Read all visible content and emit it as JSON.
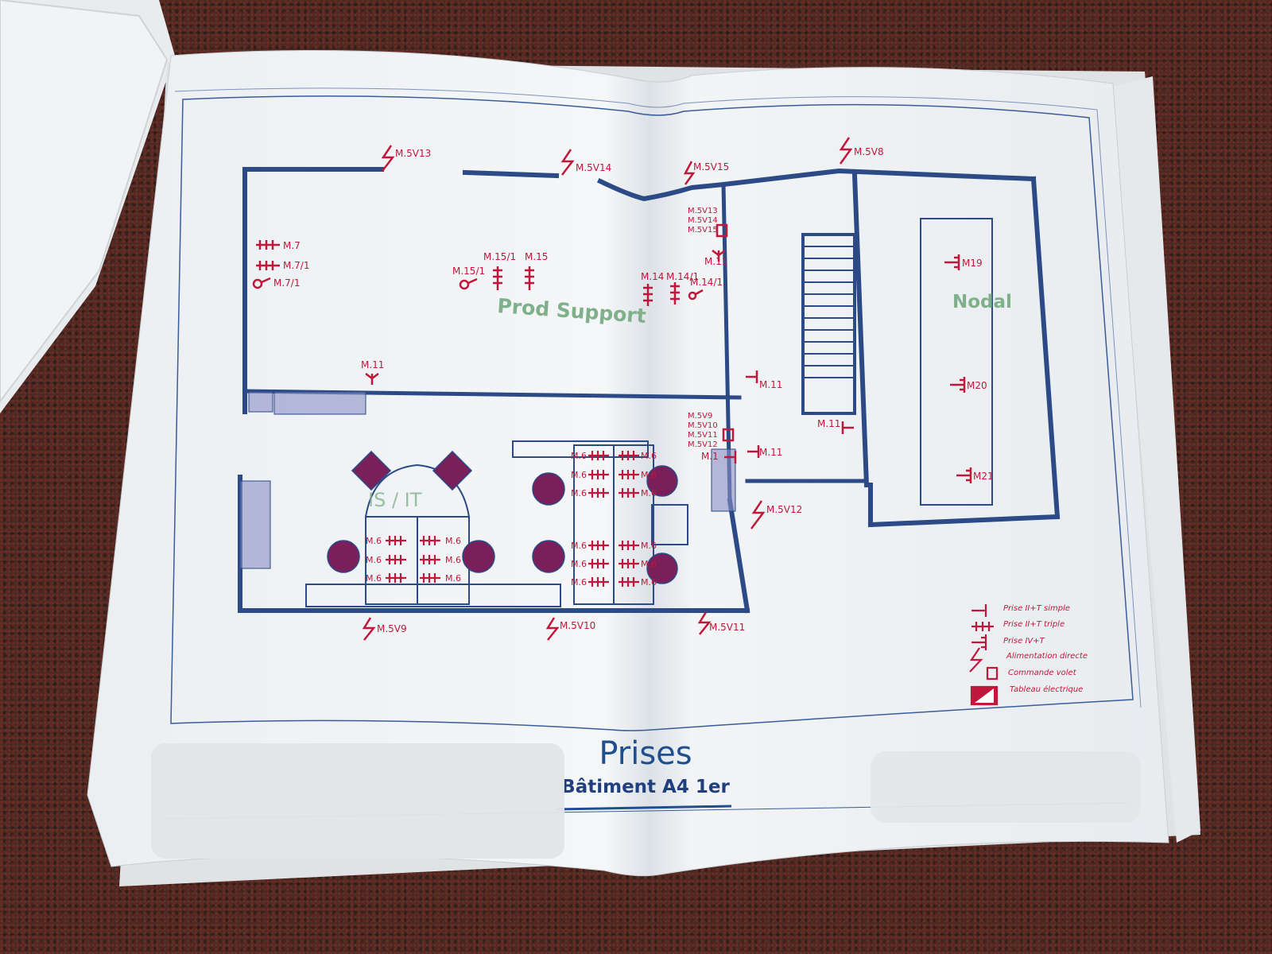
{
  "plan": {
    "title": "Prises",
    "subtitle": "Bâtiment A4 1er"
  },
  "rooms": {
    "prod_support": "Prod Support",
    "nodal": "Nodal",
    "is_it": "IS / IT"
  },
  "circuits": {
    "m5v13_top": "M.5V13",
    "m5v14_top": "M.5V14",
    "m5v15_top": "M.5V15",
    "m5v8_top": "M.5V8",
    "m5v9_bottom": "M.5V9",
    "m5v10_bottom": "M.5V10",
    "m5v11_bottom": "M.5V11",
    "m5v12_right": "M.5V12",
    "m7": "M.7",
    "m7_1": "M.7/1",
    "m7_1_key": "M.7/1",
    "m15_1_key": "M.15/1",
    "m15_1": "M.15/1",
    "m15": "M.15",
    "m14": "M.14",
    "m14_1": "M.14/1",
    "m14_1_key": "M.14/1",
    "m11_a": "M.11",
    "m11_b": "M.11",
    "m11_c": "M.11",
    "m11_d": "M.11",
    "m11_e": "M.11",
    "m11_f": "M.1",
    "stack_top": [
      "M.5V13",
      "M.5V14",
      "M.5V15"
    ],
    "stack_mid": [
      "M.5V9",
      "M.5V10",
      "M.5V11",
      "M.5V12"
    ],
    "m19": "M19",
    "m20": "M20",
    "m21": "M21",
    "m6": "M.6"
  },
  "legend": {
    "items": [
      {
        "icon": "simple-outlet-icon",
        "label": "Prise II+T simple"
      },
      {
        "icon": "triple-outlet-icon",
        "label": "Prise II+T triple"
      },
      {
        "icon": "iv-outlet-icon",
        "label": "Prise IV+T"
      },
      {
        "icon": "direct-power-icon",
        "label": "Alimentation directe"
      },
      {
        "icon": "shutter-control-icon",
        "label": "Commande volet"
      },
      {
        "icon": "electrical-panel-icon",
        "label": "Tableau électrique"
      }
    ]
  },
  "colors": {
    "wall": "#2b4a86",
    "symbol": "#c0183a",
    "room_label": "#7fb08a",
    "title": "#1f4f8f",
    "desk_chair": "#7a1f5a"
  }
}
